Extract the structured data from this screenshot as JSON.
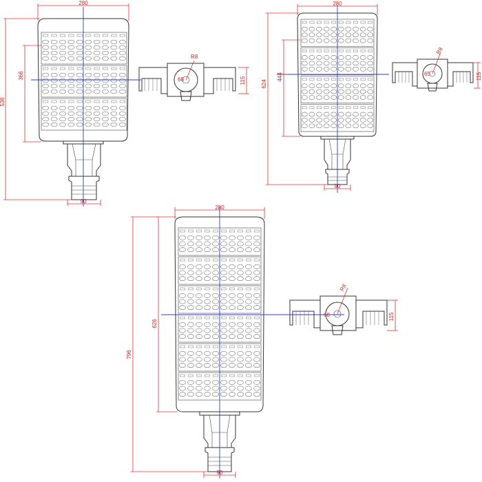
{
  "colors": {
    "dimension": "#e03030",
    "axis": "#2a3ad8",
    "outline": "#333333"
  },
  "views": [
    {
      "id": "A",
      "modules": 3,
      "labels": {
        "width_top": "280",
        "module_height": "366",
        "total_height": "536",
        "neck_width": "90",
        "side_height": "115",
        "side_angle": "68",
        "side_radius": "R8"
      }
    },
    {
      "id": "B",
      "modules": 4,
      "labels": {
        "width_top": "280",
        "module_height": "444",
        "total_height": "624",
        "neck_width": "90",
        "side_height": "115",
        "side_angle": "65",
        "side_radius": "R8"
      }
    },
    {
      "id": "C",
      "modules": 6,
      "labels": {
        "width_top": "280",
        "module_height": "626",
        "total_height": "796",
        "neck_width": "90",
        "side_height": "115",
        "side_angle": "68",
        "side_radius": "R8"
      }
    }
  ]
}
